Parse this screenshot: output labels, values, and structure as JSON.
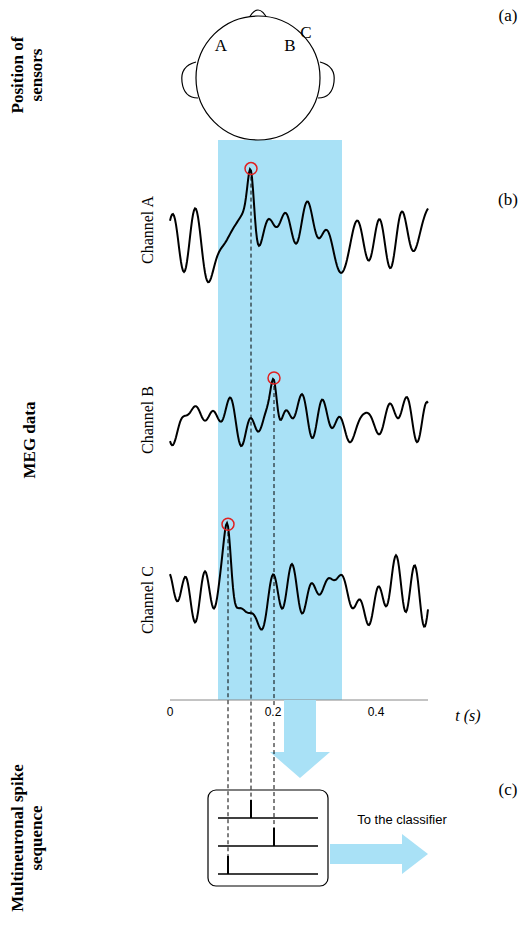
{
  "diagram": {
    "labels": [
      "(a)",
      "Position of sensors",
      "A",
      "B",
      "C",
      "(b)",
      "MEG data",
      "Channel A",
      "Channel B",
      "Channel C",
      "0",
      "0.2",
      "0.4",
      "t (s)",
      "(c)",
      "Multineuronal spike sequence",
      "To the classifier"
    ]
  }
}
